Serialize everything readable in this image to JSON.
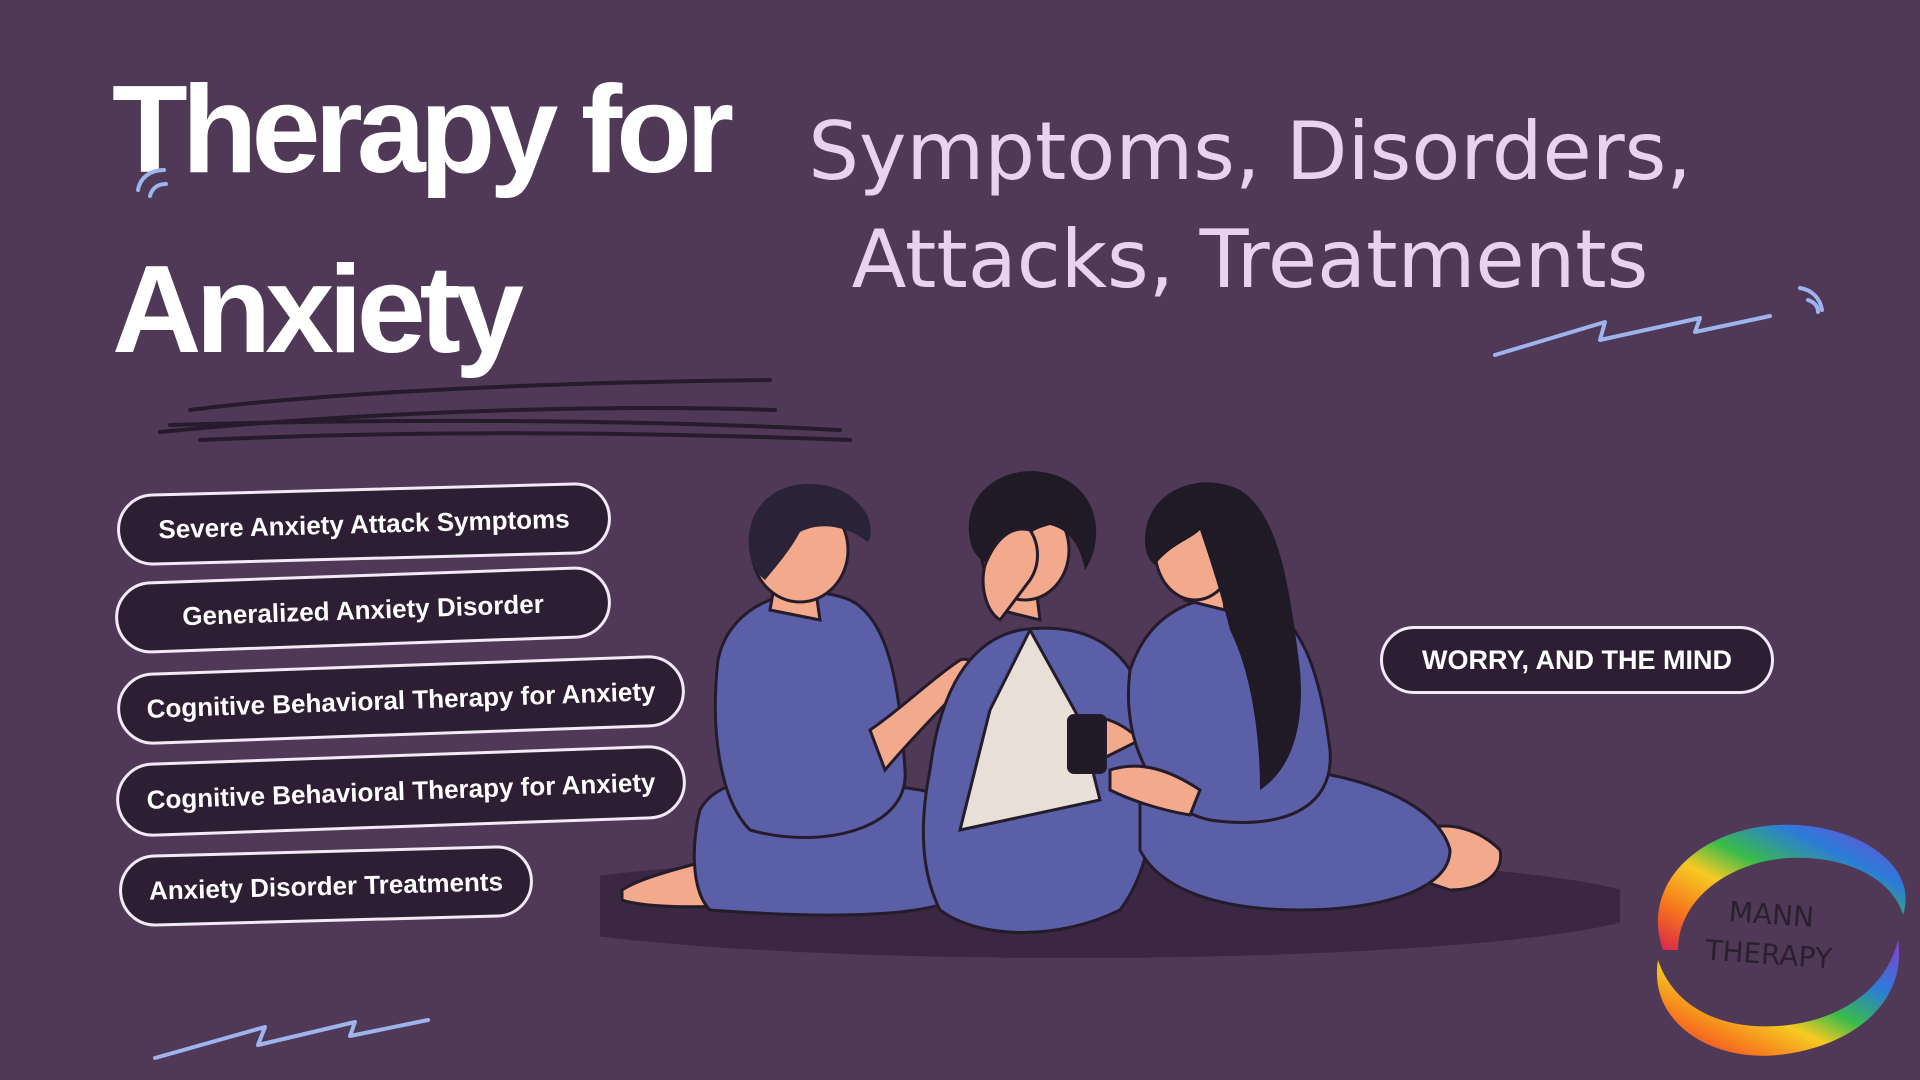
{
  "title": {
    "line1": "Therapy for",
    "line2": "Anxiety"
  },
  "subtitle": {
    "line1": "Symptoms, Disorders,",
    "line2": "Attacks, Treatments"
  },
  "topics": [
    "Severe Anxiety Attack Symptoms",
    "Generalized Anxiety Disorder",
    "Cognitive Behavioral Therapy for Anxiety",
    "Cognitive Behavioral Therapy for Anxiety",
    "Anxiety Disorder Treatments"
  ],
  "badge": "WORRY, AND THE MIND",
  "logo": {
    "line1": "MANN",
    "line2": "THERAPY"
  },
  "colors": {
    "background": "#4f3957",
    "pill_fill": "#2d1e33",
    "subtitle_text": "#e7d3ef",
    "accent_squiggle": "#9eb4ec",
    "clothing": "#5b5fa7"
  }
}
